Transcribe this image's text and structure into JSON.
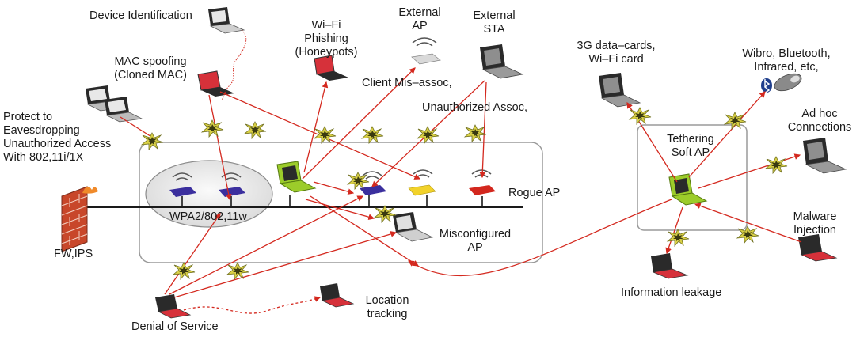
{
  "labels": {
    "device_identification": "Device Identification",
    "wifi_phishing_l1": "Wi–Fi",
    "wifi_phishing_l2": "Phishing",
    "wifi_phishing_l3": "(Honeypots)",
    "external_ap_l1": "External",
    "external_ap_l2": "AP",
    "external_sta_l1": "External",
    "external_sta_l2": "STA",
    "mac_spoofing_l1": "MAC spoofing",
    "mac_spoofing_l2": "(Cloned MAC)",
    "client_misassoc": "Client Mis–assoc,",
    "unauthorized_assoc": "Unauthorized Assoc,",
    "protect_l1": "Protect to",
    "protect_l2": "Eavesdropping",
    "protect_l3": "Unauthorized Access",
    "protect_l4": "With 802,11i/1X",
    "cards_l1": "3G data–cards,",
    "cards_l2": "Wi–Fi card",
    "wibro_l1": "Wibro, Bluetooth,",
    "wibro_l2": "Infrared, etc,",
    "adhoc_l1": "Ad hoc",
    "adhoc_l2": "Connections",
    "tethering_l1": "Tethering",
    "tethering_l2": "Soft AP",
    "rogue_ap": "Rogue AP",
    "wpa2": "WPA2/802,11w",
    "fw_ips": "FW,IPS",
    "misconfigured_l1": "Misconfigured",
    "misconfigured_l2": "AP",
    "malware_l1": "Malware",
    "malware_l2": "Injection",
    "location_l1": "Location",
    "location_l2": "tracking",
    "denial_of_service": "Denial of Service",
    "information_leakage": "Information leakage"
  },
  "colors": {
    "arrow": "#d4291f",
    "network_line": "#1a1a1a",
    "box_border": "#9a9a9a",
    "laptop_red": "#d6313a",
    "laptop_green": "#9ccc2a",
    "laptop_gray": "#8e8e8e",
    "router_purple": "#3b2f9e",
    "router_yellow": "#f2d22a",
    "router_red": "#d3271e",
    "firewall_brick": "#c8472a",
    "spark": "#c9c23a"
  },
  "icons": [
    "laptop-icon",
    "router-icon",
    "firewall-icon",
    "bluetooth-icon",
    "mouse-icon",
    "spark-icon"
  ]
}
